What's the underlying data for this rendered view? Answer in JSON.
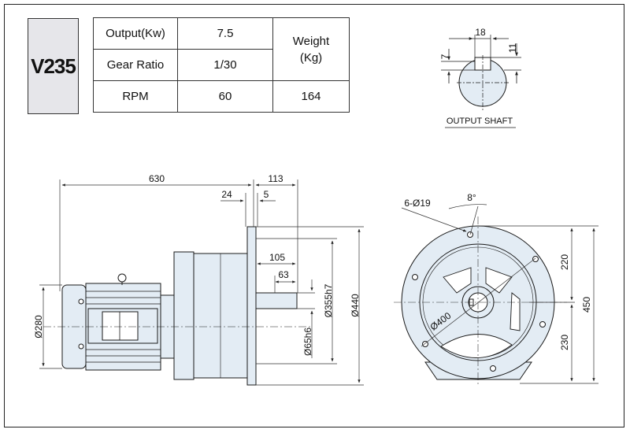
{
  "model": "V235",
  "spec": {
    "output_label": "Output(Kw)",
    "output_value": "7.5",
    "gear_label": "Gear  Ratio",
    "gear_value": "1/30",
    "rpm_label": "RPM",
    "rpm_value": "60",
    "weight_label_1": "Weight",
    "weight_label_2": "(Kg)",
    "weight_value": "164"
  },
  "shaft": {
    "title": "OUTPUT SHAFT",
    "dim_width": "18",
    "dim_left": "7",
    "dim_right": "11"
  },
  "side": {
    "d630": "630",
    "d113": "113",
    "d24": "24",
    "d5": "5",
    "d105": "105",
    "d63": "63",
    "d280": "Ø280",
    "d65": "Ø65h6",
    "d355": "Ø355h7",
    "d440": "Ø440"
  },
  "front": {
    "holes": "6-Ø19",
    "angle": "8°",
    "pcd": "Ø400",
    "d220": "220",
    "d230": "230",
    "d450": "450"
  },
  "colors": {
    "fill": "#e3ecf4",
    "line": "#1a1a1a",
    "dim": "#333333"
  }
}
